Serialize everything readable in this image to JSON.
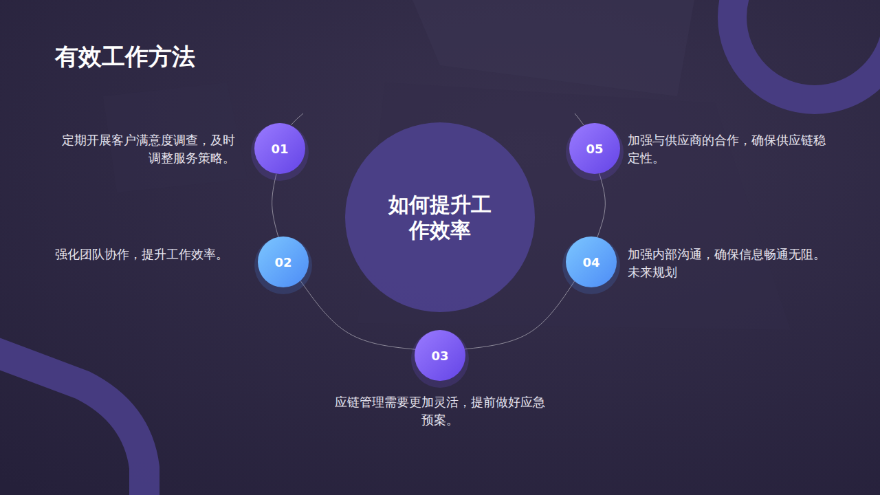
{
  "diagram": {
    "title": "有效工作方法",
    "nodes": [
      {
        "text": [
          "如何提升工作效率"
        ]
      },
      {
        "text": [
          "01",
          "定期开展客户满意度调查，及时调整服务策略。"
        ]
      },
      {
        "text": [
          "02",
          "强化团队协作，提升工作效率。"
        ]
      },
      {
        "text": [
          "03",
          "应链管理需要更加灵活，提前做好应急预案。"
        ]
      },
      {
        "text": [
          "04",
          "加强内部沟通，确保信息畅通无阻。",
          "未来规划"
        ]
      },
      {
        "text": [
          "05",
          "加强与供应商的合作，确保供应链稳定性。"
        ]
      }
    ],
    "edges": [
      {
        "from": 1,
        "to": 2,
        "arrow": "none"
      },
      {
        "from": 2,
        "to": 3,
        "arrow": "none"
      },
      {
        "from": 3,
        "to": 4,
        "arrow": "none"
      },
      {
        "from": 4,
        "to": 5,
        "arrow": "none"
      }
    ]
  }
}
